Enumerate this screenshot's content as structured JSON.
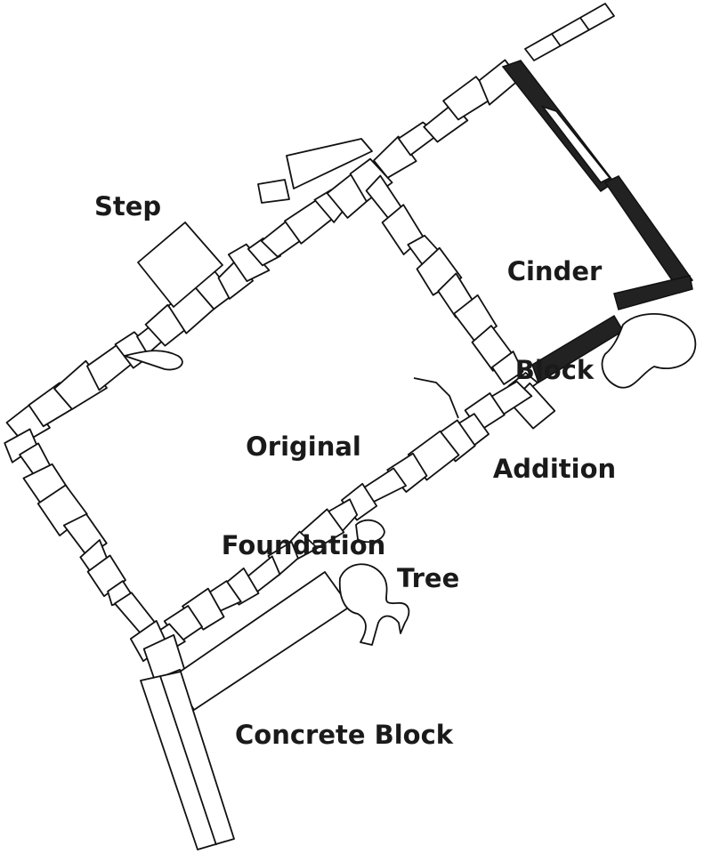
{
  "labels": {
    "step": "Step",
    "cinder_line1": "Cinder",
    "cinder_line2": "Block",
    "cinder_line3": "Addition",
    "original_line1": "Original",
    "original_line2": "Foundation",
    "tree": "Tree",
    "concrete_block": "Concrete Block"
  },
  "colors": {
    "line": "#111111",
    "cinder_fill": "#222222",
    "background": "#ffffff"
  }
}
